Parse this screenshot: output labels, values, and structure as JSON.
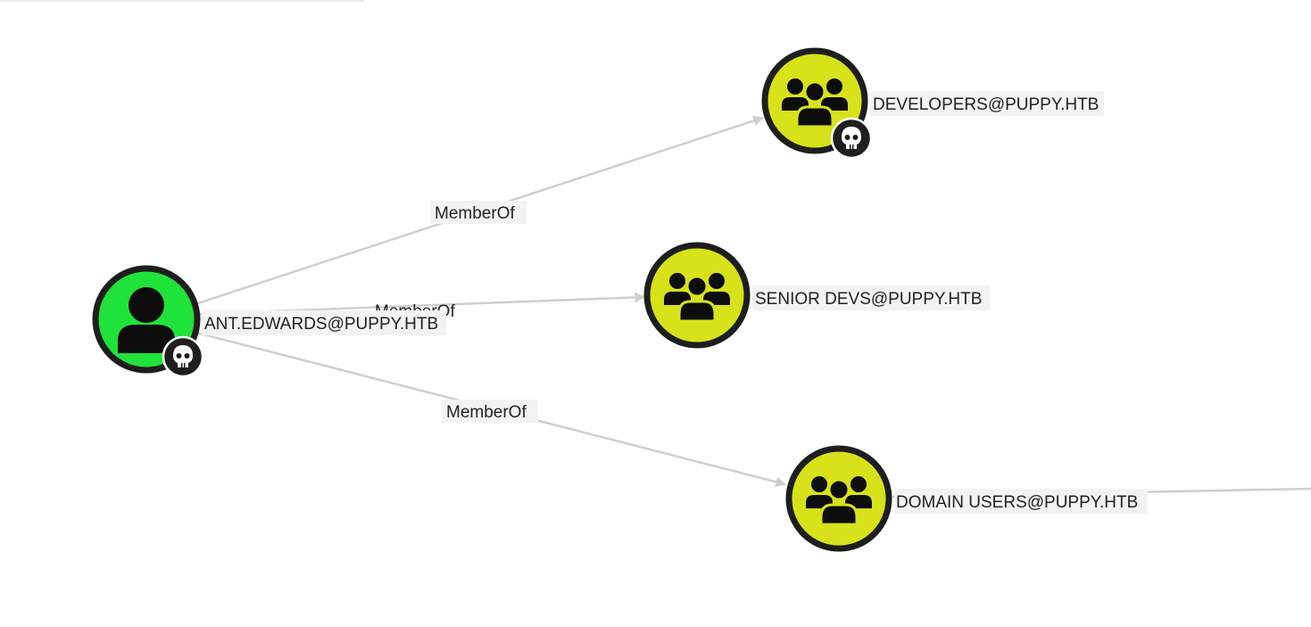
{
  "colors": {
    "edge": "#cfcfcf",
    "user_fill": "#1fe23a",
    "group_fill": "#d7e21a",
    "ring": "#1e1e1e",
    "icon": "#0d0d0d",
    "label_bg": "#f3f3f3"
  },
  "nodes": [
    {
      "id": "ant",
      "label": "ANT.EDWARDS@PUPPY.HTB",
      "kind": "user",
      "icon": "person-icon",
      "badge": "skull-icon"
    },
    {
      "id": "dev",
      "label": "DEVELOPERS@PUPPY.HTB",
      "kind": "group",
      "icon": "group-icon",
      "badge": "skull-icon"
    },
    {
      "id": "sen",
      "label": "SENIOR DEVS@PUPPY.HTB",
      "kind": "group",
      "icon": "group-icon",
      "badge": ""
    },
    {
      "id": "dom",
      "label": "DOMAIN USERS@PUPPY.HTB",
      "kind": "group",
      "icon": "group-icon",
      "badge": ""
    }
  ],
  "edges": [
    {
      "from": "ant",
      "to": "dev",
      "label": "MemberOf"
    },
    {
      "from": "ant",
      "to": "sen",
      "label": "MemberOf"
    },
    {
      "from": "ant",
      "to": "dom",
      "label": "MemberOf"
    }
  ]
}
